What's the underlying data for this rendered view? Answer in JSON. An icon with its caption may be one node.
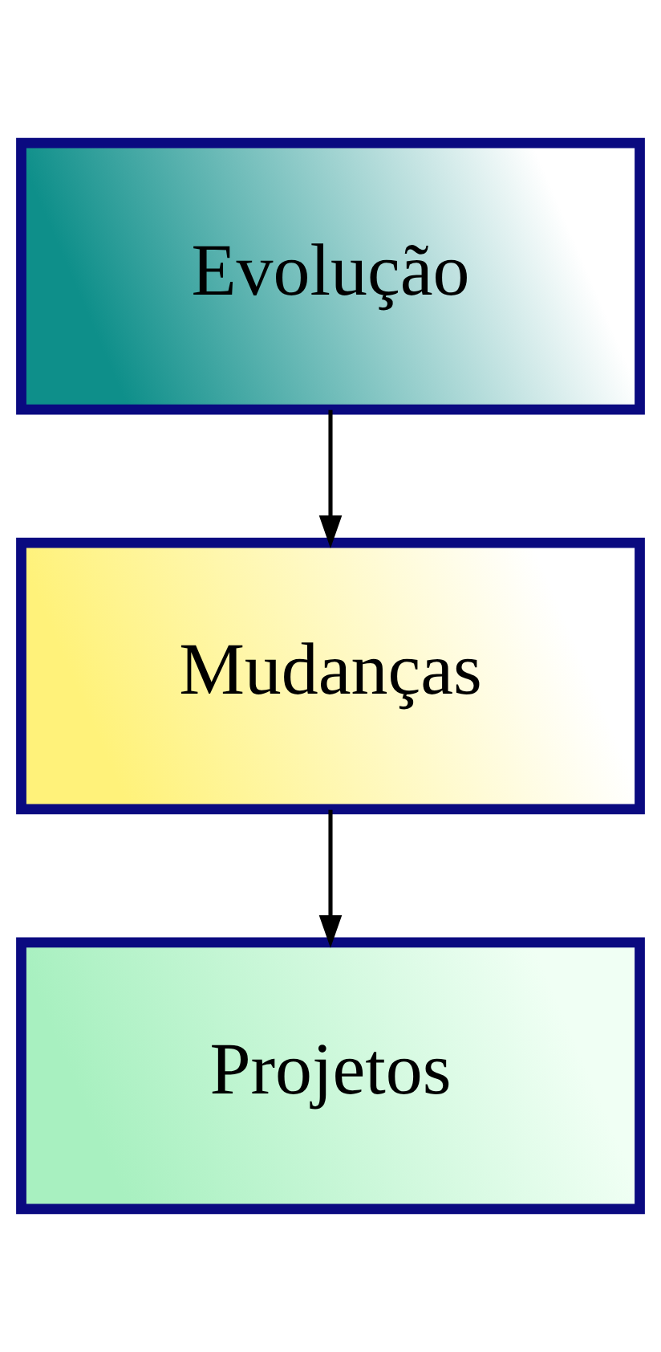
{
  "diagram": {
    "nodes": [
      {
        "text": [
          "Evolução"
        ]
      },
      {
        "text": [
          "Mudanças"
        ]
      },
      {
        "text": [
          "Projetos"
        ]
      }
    ],
    "edges": [
      {
        "from": 0,
        "to": 1,
        "arrow": "to"
      },
      {
        "from": 1,
        "to": 2,
        "arrow": "to"
      }
    ]
  }
}
